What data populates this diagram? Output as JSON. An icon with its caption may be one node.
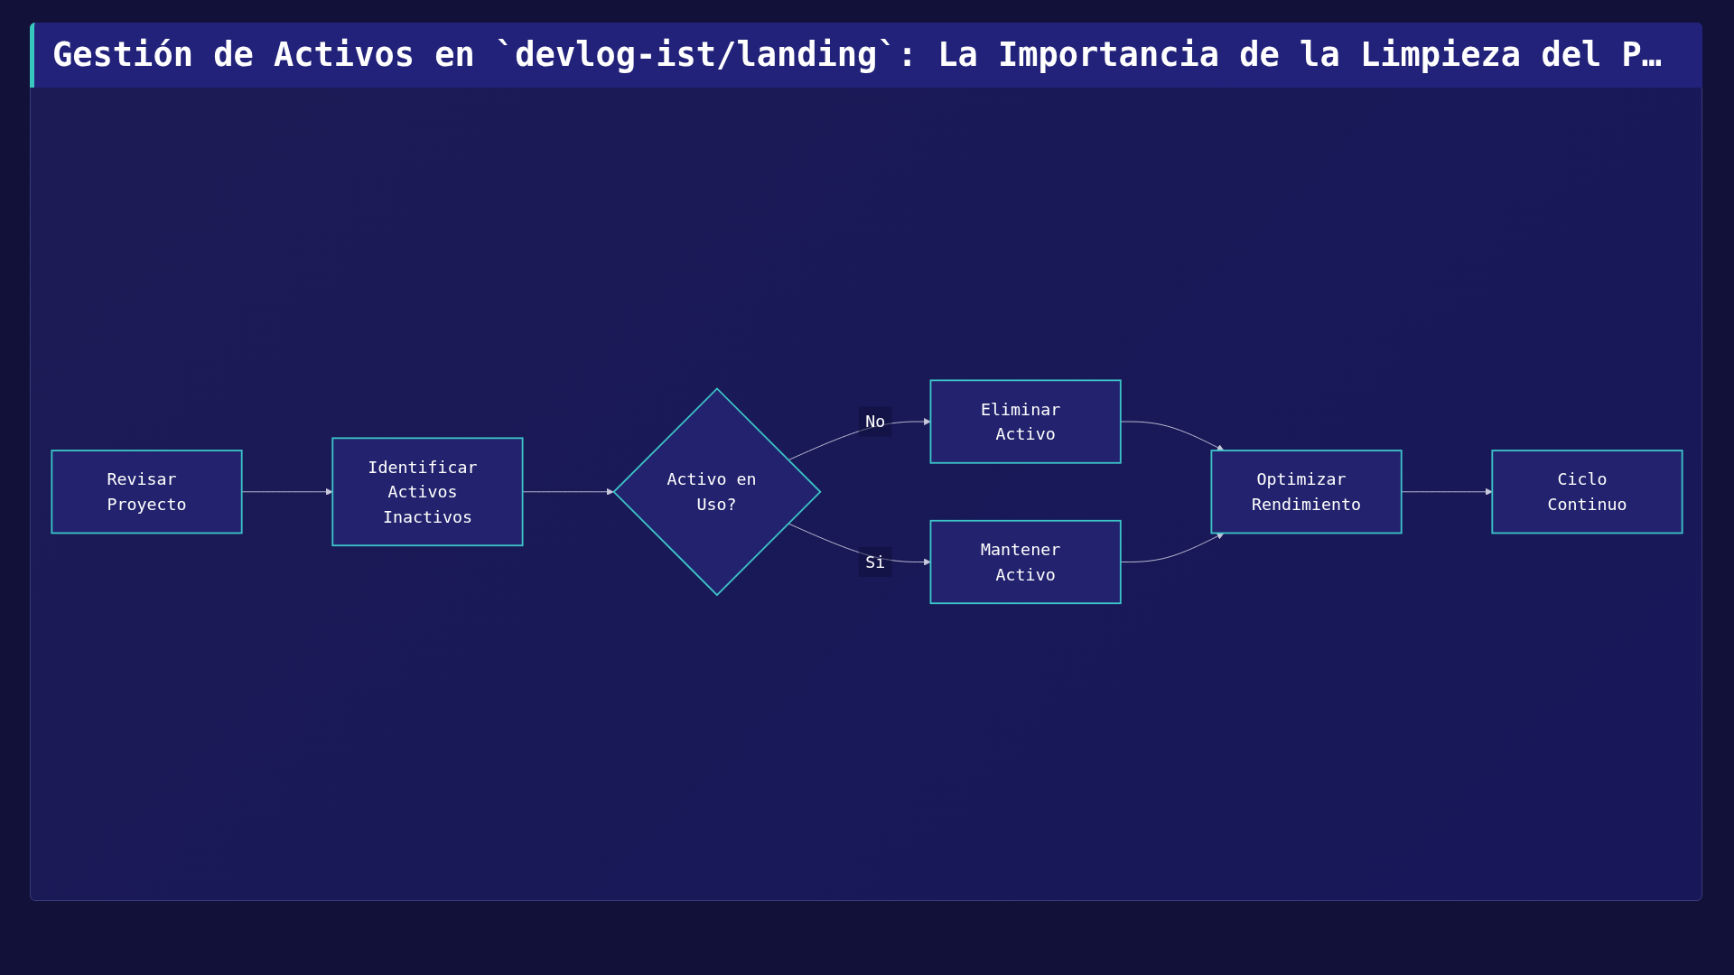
{
  "diagram": {
    "title": "Gestión de Activos en `devlog-ist/landing`: La Importancia de la Limpieza del P…",
    "nodes": [
      {
        "text": [
          "Revisar Proyecto"
        ]
      },
      {
        "text": [
          "Identificar Activos Inactivos"
        ]
      },
      {
        "text": [
          "Activo en Uso?"
        ]
      },
      {
        "text": [
          "Eliminar Activo"
        ]
      },
      {
        "text": [
          "Mantener Activo"
        ]
      },
      {
        "text": [
          "Optimizar Rendimiento"
        ]
      },
      {
        "text": [
          "Ciclo Continuo"
        ]
      }
    ],
    "edges": [
      {
        "from": 0,
        "to": 1,
        "arrow": "to"
      },
      {
        "from": 1,
        "to": 2,
        "arrow": "to"
      },
      {
        "from": 2,
        "to": 3,
        "label": "No",
        "arrow": "to"
      },
      {
        "from": 2,
        "to": 4,
        "label": "Si",
        "arrow": "to"
      },
      {
        "from": 3,
        "to": 5,
        "arrow": "to"
      },
      {
        "from": 4,
        "to": 5,
        "arrow": "to"
      },
      {
        "from": 5,
        "to": 6,
        "arrow": "to"
      }
    ]
  }
}
